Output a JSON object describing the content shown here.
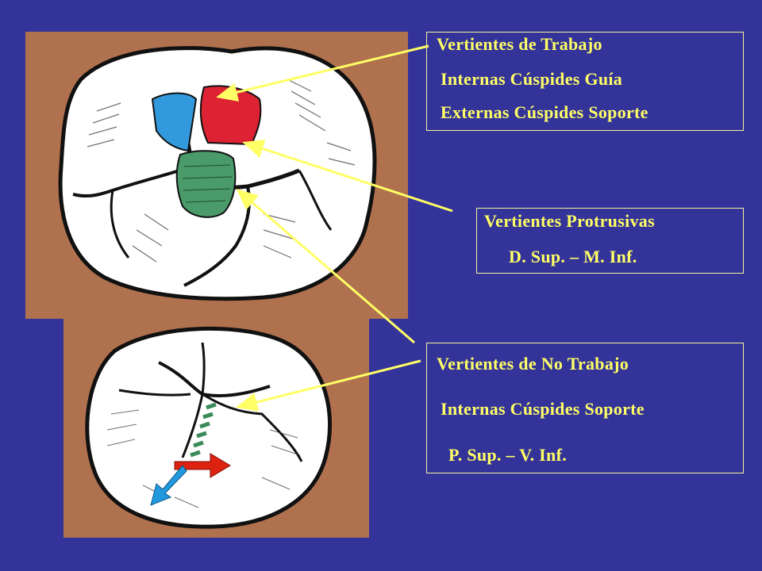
{
  "slide": {
    "background_color": "#333399",
    "text_color": "#ffff66",
    "arrow_color": "#ffff66"
  },
  "boxes": {
    "trabajo": {
      "title": "Vertientes de Trabajo",
      "line1": "Internas Cúspides Guía",
      "line2": "Externas Cúspides Soporte"
    },
    "protrusivas": {
      "title": "Vertientes Protrusivas",
      "line1": "D. Sup. – M. Inf."
    },
    "no_trabajo": {
      "title": "Vertientes de No Trabajo",
      "line1": "Internas Cúspides Soporte",
      "line2": "P. Sup. – V. Inf."
    }
  },
  "illustrations": {
    "upper": {
      "colors": {
        "blue": "#3399dd",
        "red": "#dd2233",
        "green": "#4a9a6a"
      }
    },
    "lower": {
      "colors": {
        "red": "#dd2211",
        "blue": "#2299dd",
        "green": "#3a8a5a"
      }
    }
  }
}
